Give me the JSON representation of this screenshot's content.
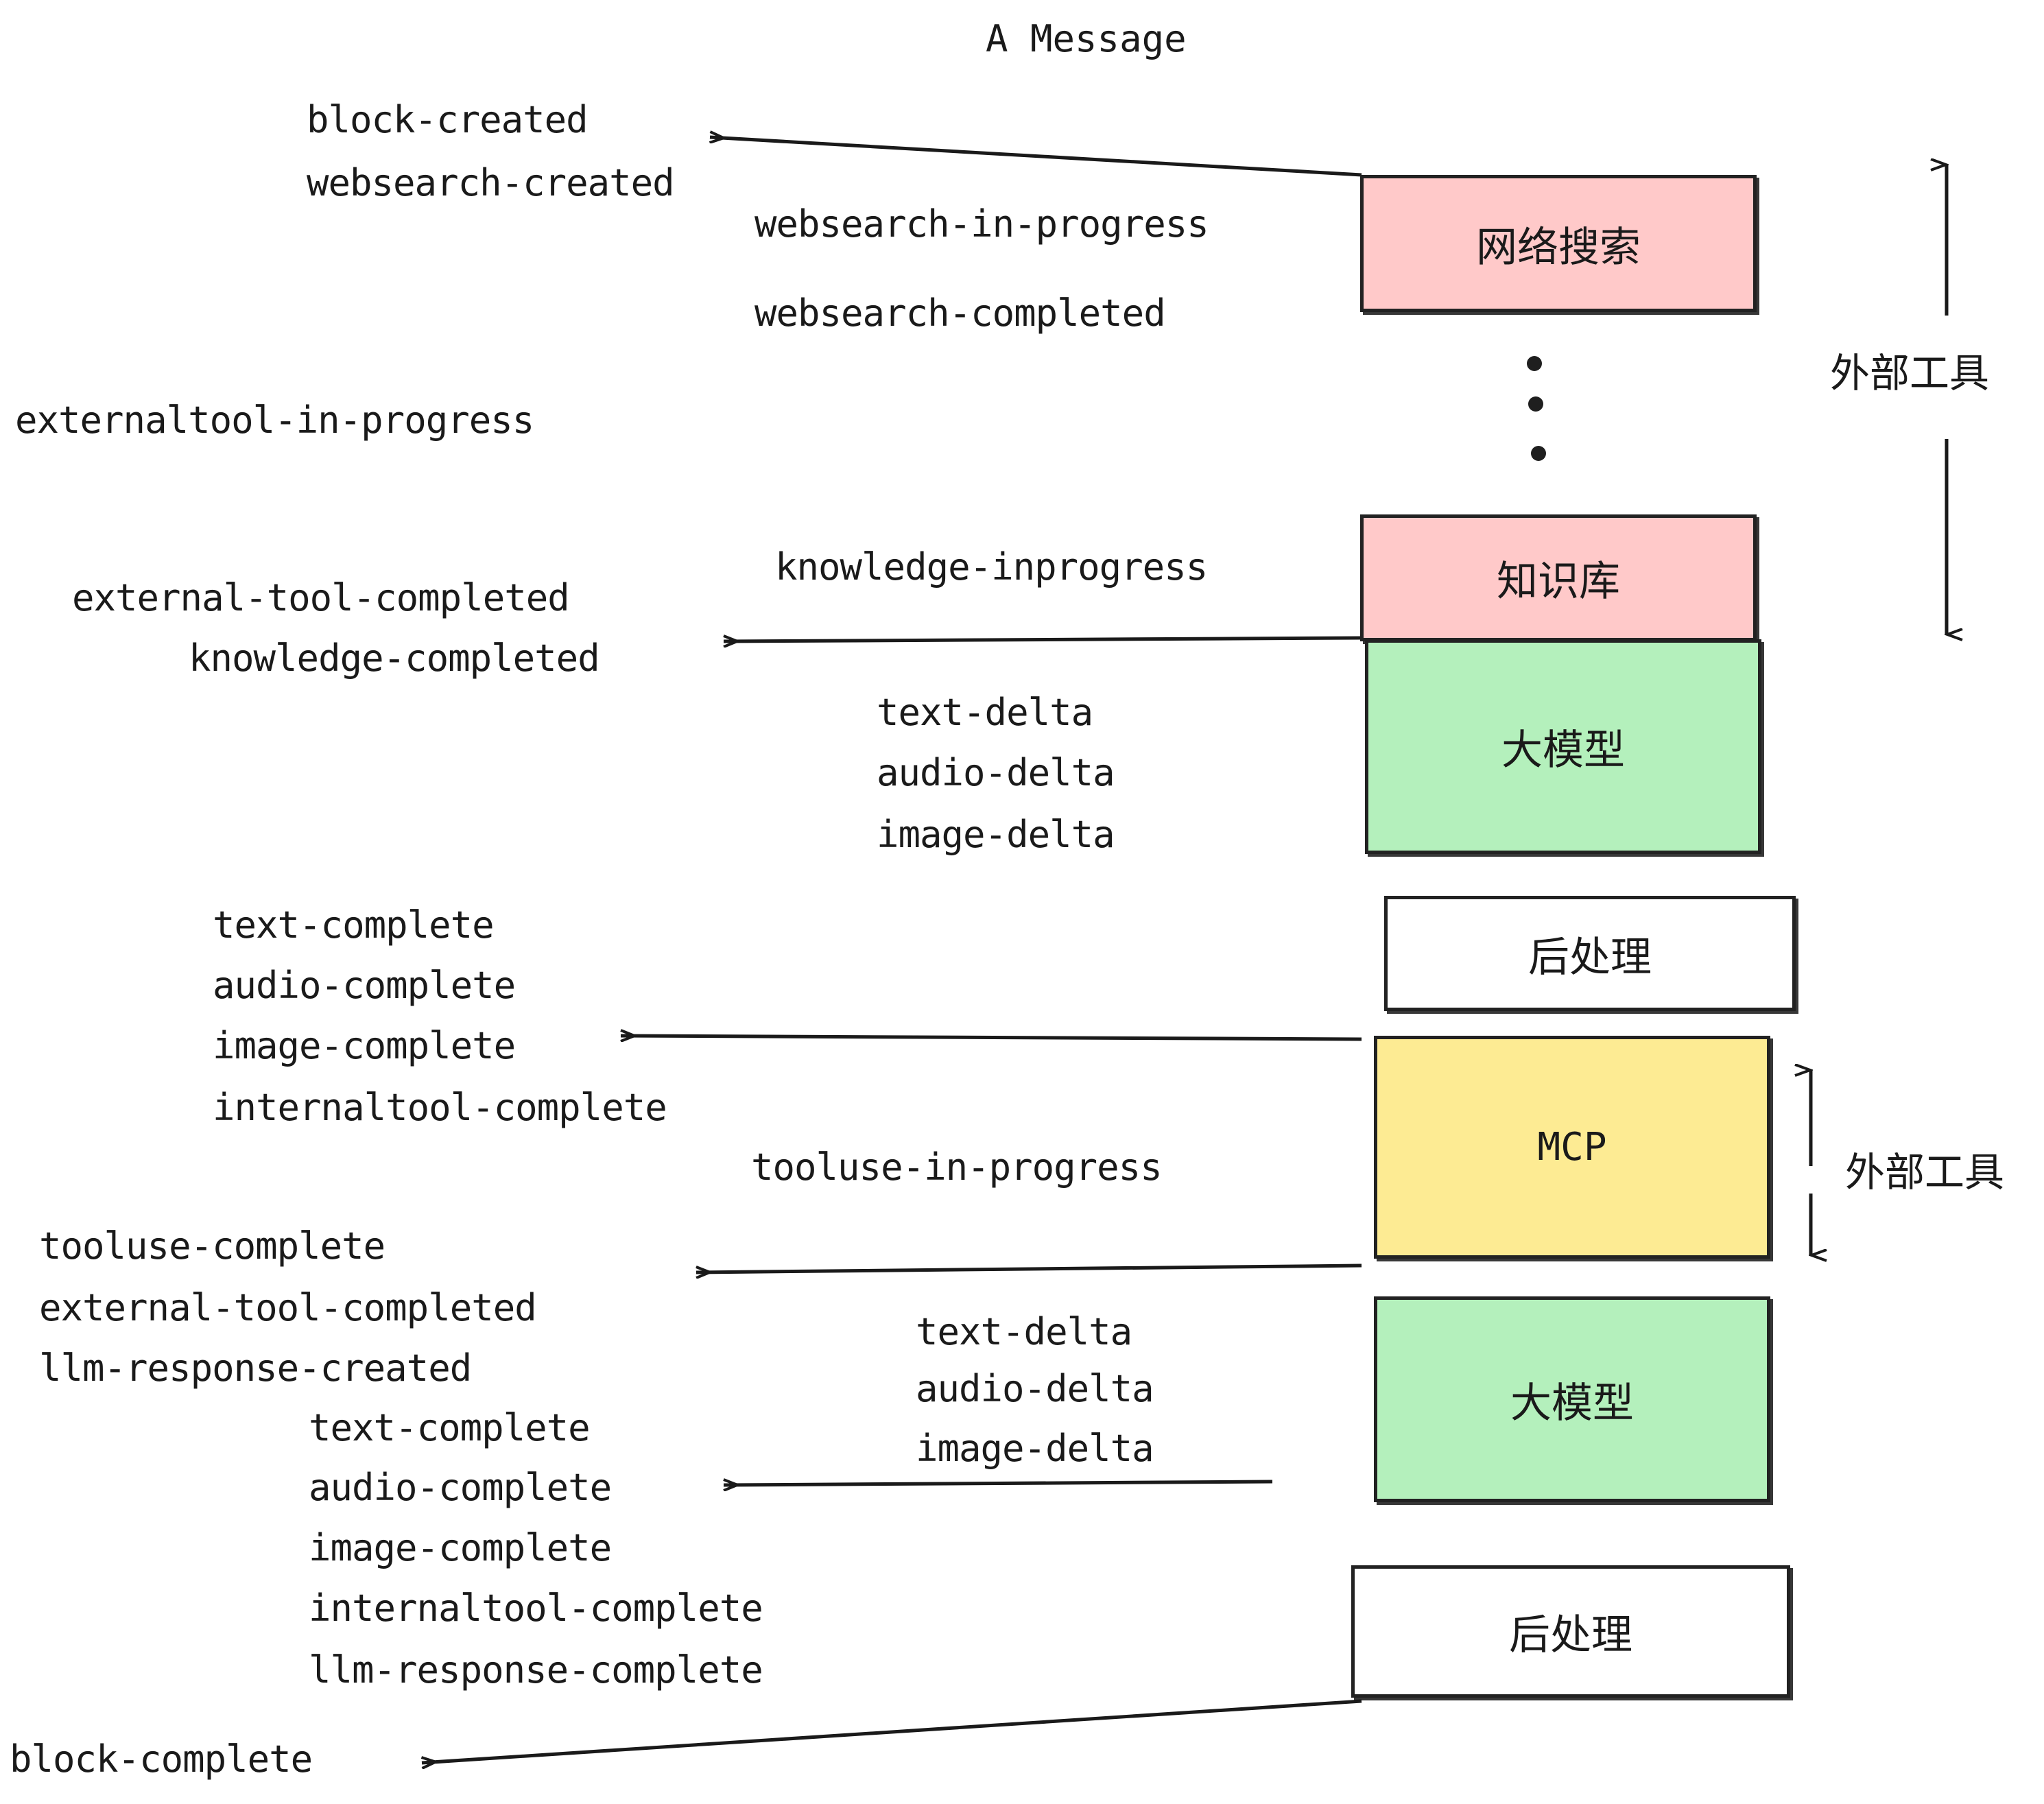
{
  "title": "A Message",
  "colors": {
    "pink": "#FFC9C9",
    "green": "#B4F0BC",
    "yellow": "#FDEB93",
    "white": "#FFFFFF",
    "stroke": "#222222",
    "text": "#1a1a1a"
  },
  "boxes": [
    {
      "id": "websearch",
      "label": "网络搜索",
      "fill": "#FFC9C9"
    },
    {
      "id": "knowledge",
      "label": "知识库",
      "fill": "#FFC9C9"
    },
    {
      "id": "llm-upper",
      "label": "大模型",
      "fill": "#B4F0BC"
    },
    {
      "id": "postprocess-1",
      "label": "后处理",
      "fill": "#FFFFFF"
    },
    {
      "id": "mcp",
      "label": "MCP",
      "fill": "#FDEB93"
    },
    {
      "id": "llm-lower",
      "label": "大模型",
      "fill": "#B4F0BC"
    },
    {
      "id": "postprocess-2",
      "label": "后处理",
      "fill": "#FFFFFF"
    }
  ],
  "side_labels": [
    {
      "id": "external-tool-upper",
      "text": "外部工具"
    },
    {
      "id": "external-tool-lower",
      "text": "外部工具"
    }
  ],
  "events": [
    {
      "id": "block-created",
      "text": "block-created"
    },
    {
      "id": "websearch-created",
      "text": "websearch-created"
    },
    {
      "id": "websearch-in-progress",
      "text": "websearch-in-progress"
    },
    {
      "id": "websearch-completed",
      "text": "websearch-completed"
    },
    {
      "id": "externaltool-in-progress",
      "text": "externaltool-in-progress"
    },
    {
      "id": "knowledge-inprogress",
      "text": "knowledge-inprogress"
    },
    {
      "id": "external-tool-completed-1",
      "text": "external-tool-completed"
    },
    {
      "id": "knowledge-completed",
      "text": "knowledge-completed"
    },
    {
      "id": "text-delta-1",
      "text": "text-delta"
    },
    {
      "id": "audio-delta-1",
      "text": "audio-delta"
    },
    {
      "id": "image-delta-1",
      "text": "image-delta"
    },
    {
      "id": "text-complete-1",
      "text": "text-complete"
    },
    {
      "id": "audio-complete-1",
      "text": "audio-complete"
    },
    {
      "id": "image-complete-1",
      "text": "image-complete"
    },
    {
      "id": "internaltool-complete-1",
      "text": "internaltool-complete"
    },
    {
      "id": "tooluse-in-progress",
      "text": "tooluse-in-progress"
    },
    {
      "id": "tooluse-complete",
      "text": "tooluse-complete"
    },
    {
      "id": "external-tool-completed-2",
      "text": "external-tool-completed"
    },
    {
      "id": "llm-response-created",
      "text": "llm-response-created"
    },
    {
      "id": "text-complete-2",
      "text": "text-complete"
    },
    {
      "id": "text-delta-2",
      "text": "text-delta"
    },
    {
      "id": "audio-delta-2",
      "text": "audio-delta"
    },
    {
      "id": "image-delta-2",
      "text": "image-delta"
    },
    {
      "id": "audio-complete-2",
      "text": "audio-complete"
    },
    {
      "id": "image-complete-2",
      "text": "image-complete"
    },
    {
      "id": "internaltool-complete-2",
      "text": "internaltool-complete"
    },
    {
      "id": "llm-response-complete",
      "text": "llm-response-complete"
    },
    {
      "id": "block-complete",
      "text": "block-complete"
    }
  ],
  "ellipsis": {
    "id": "vertical-ellipsis",
    "count": 3
  }
}
